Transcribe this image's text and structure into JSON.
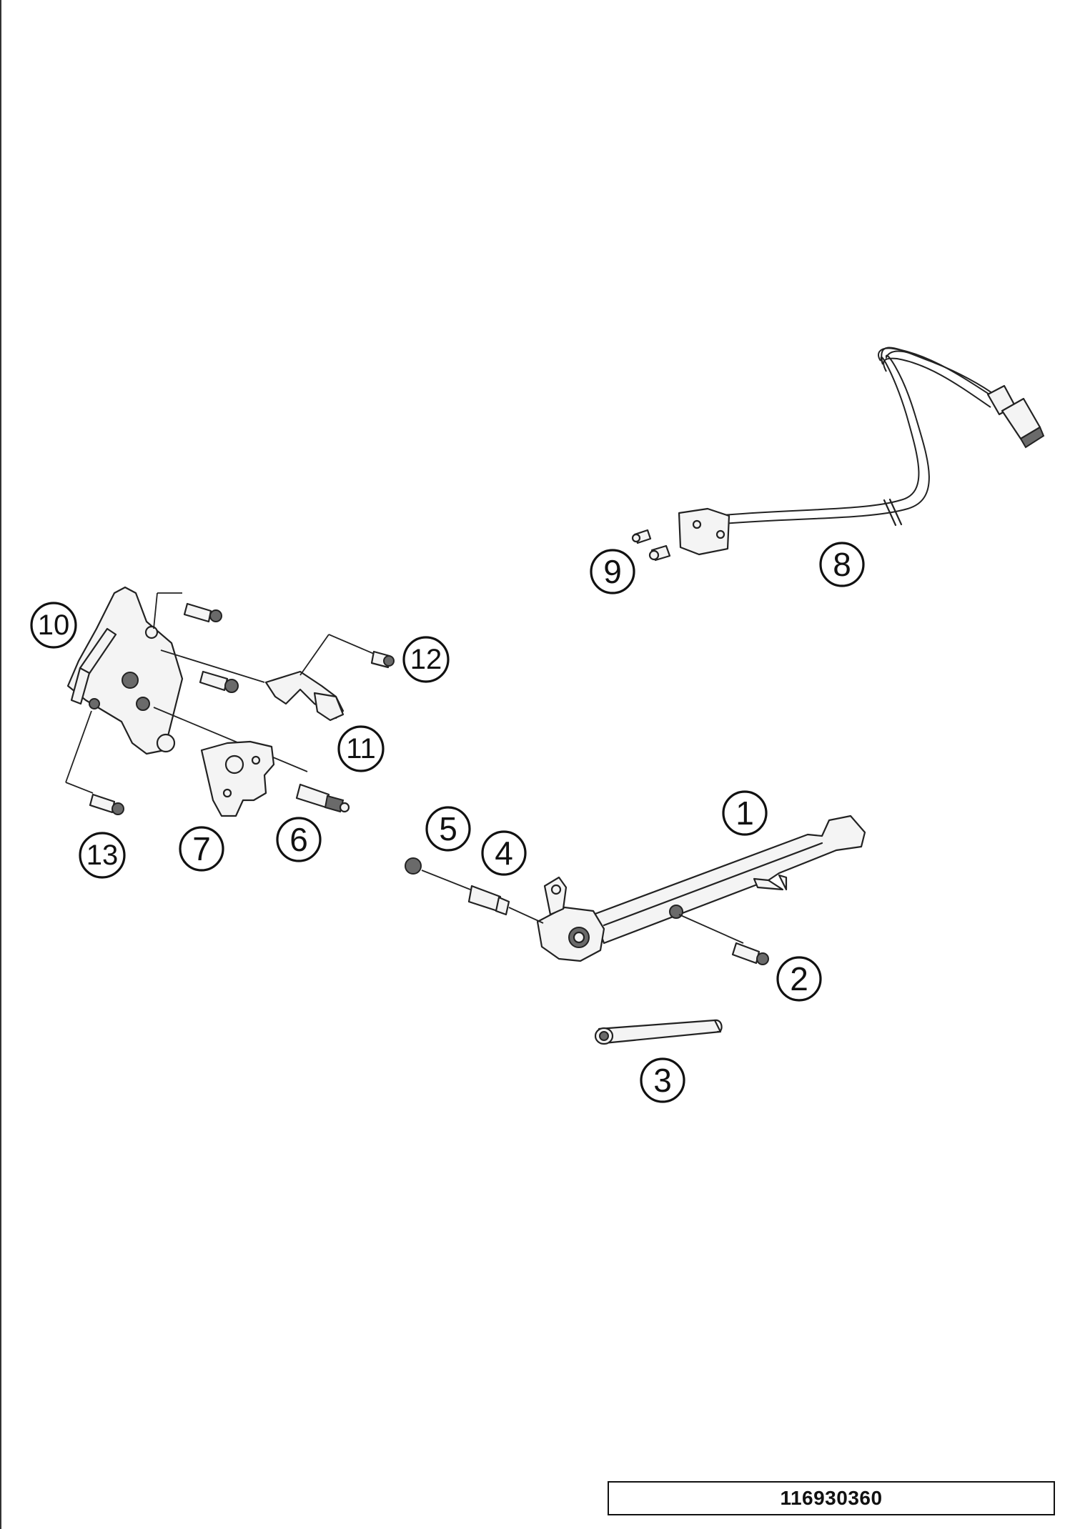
{
  "drawing_number": "116930360",
  "callouts": [
    "1",
    "2",
    "3",
    "4",
    "5",
    "6",
    "7",
    "8",
    "9",
    "10",
    "11",
    "12",
    "13"
  ],
  "parts": {
    "side_stand": "1",
    "bolt": "2",
    "spring": "3",
    "bushing": "4",
    "nut": "5",
    "stud_bolt": "6",
    "plate": "7",
    "brake_line": "8",
    "banjo_screws": "9",
    "stand_bracket": "10",
    "holder": "11",
    "holder_nut": "12",
    "bracket_screw": "13"
  }
}
